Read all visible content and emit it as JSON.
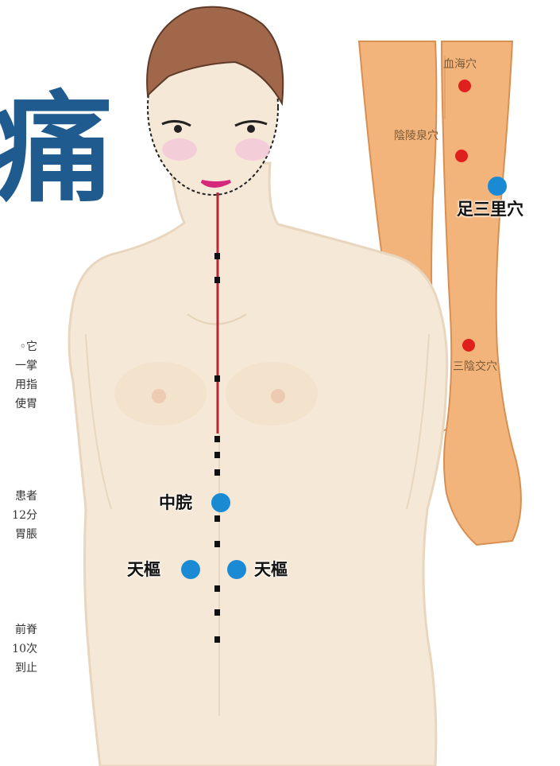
{
  "title_char": "痛",
  "text_fragments": [
    [
      "◦它",
      "一掌",
      "用指",
      "使胃"
    ],
    [
      "患者",
      "12分",
      "胃脹"
    ],
    [
      "前脊",
      "10次",
      "到止"
    ]
  ],
  "acupoints": {
    "zhongwan": "中脘",
    "tianshu_left": "天樞",
    "tianshu_right": "天樞",
    "zusanli": "足三里穴",
    "xuehai": "血海穴",
    "yinlingquan": "陰陵泉穴",
    "sanyinjiao": "三陰交穴"
  },
  "colors": {
    "title": "#1f5b8f",
    "blue_point": "#1a8ad4",
    "red_point": "#e0201c",
    "skin": "#f6e8d6",
    "leg": "#f2b47a"
  }
}
